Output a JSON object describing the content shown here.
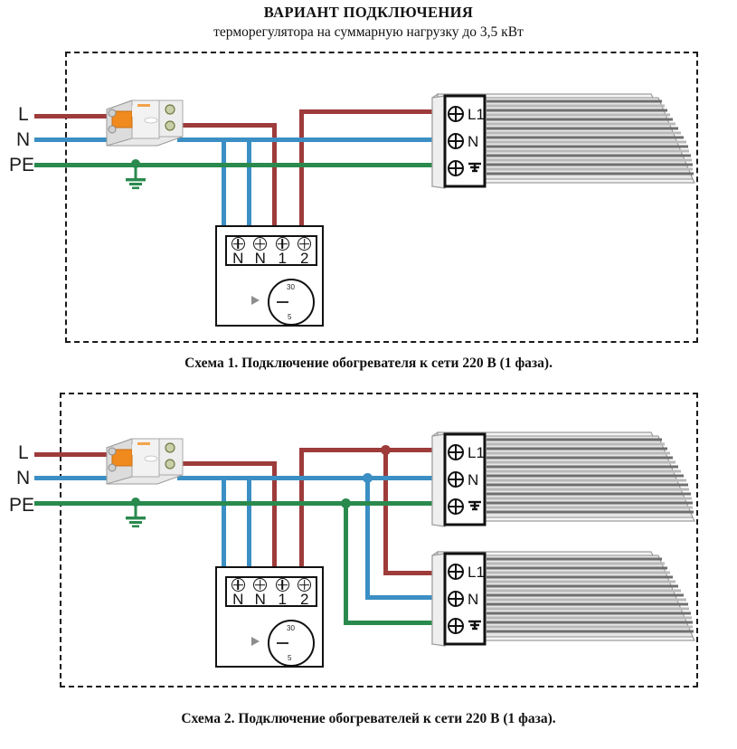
{
  "title": {
    "line1": "ВАРИАНТ ПОДКЛЮЧЕНИЯ",
    "line2": "терморегулятора на суммарную нагрузку до 3,5 кВт"
  },
  "captions": {
    "scheme1": "Схема 1. Подключение обогревателя к сети 220 В (1 фаза).",
    "scheme2": "Схема 2. Подключение обогревателей к сети 220 В (1 фаза)."
  },
  "rails": {
    "line": "L",
    "neutral": "N",
    "protective_earth": "PE"
  },
  "colors": {
    "line": "#9e3b3b",
    "neutral": "#3b8fc4",
    "earth": "#2a8a4e",
    "outline": "#111111",
    "panel_border": "#1a1a1a"
  },
  "thermostat": {
    "terminals": [
      "N",
      "N",
      "1",
      "2"
    ],
    "dial": {
      "max": "30",
      "min": "5"
    }
  },
  "heater": {
    "terminals": [
      "L1",
      "N",
      "earth-symbol"
    ]
  },
  "breaker": {
    "poles": 2,
    "toggle_color": "#f08a1e"
  },
  "diagrams": [
    {
      "id": "scheme1",
      "heaters": 1,
      "thermostats": 1,
      "breakers": 1
    },
    {
      "id": "scheme2",
      "heaters": 2,
      "thermostats": 1,
      "breakers": 1
    }
  ]
}
